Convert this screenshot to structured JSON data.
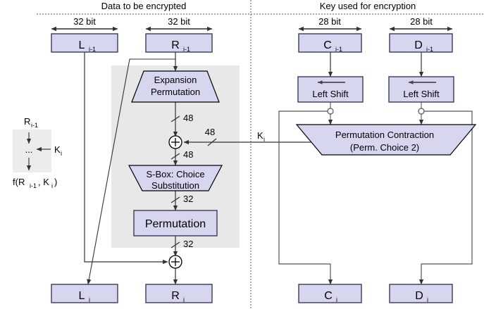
{
  "diagram": {
    "title_left": "Data to be encrypted",
    "title_right": "Key used for encryption",
    "colors": {
      "box_fill": "#d6d6ef",
      "box_stroke": "#3a3a5c",
      "shape_fill": "#d6d6ef",
      "grey_region": "#e8e8e8",
      "line": "#333333",
      "background": "#ffffff"
    }
  },
  "width_labels": {
    "left_data": "32 bit",
    "right_data": "32 bit",
    "left_key": "28 bit",
    "right_key": "28 bit"
  },
  "top_boxes": {
    "l_prev": {
      "main": "L",
      "sub": "i-1"
    },
    "r_prev": {
      "main": "R",
      "sub": "i-1"
    },
    "c_prev": {
      "main": "C",
      "sub": "i-1"
    },
    "d_prev": {
      "main": "D",
      "sub": "i-1"
    }
  },
  "bottom_boxes": {
    "l_next": {
      "main": "L",
      "sub": "i"
    },
    "r_next": {
      "main": "R",
      "sub": "i"
    },
    "c_next": {
      "main": "C",
      "sub": "i"
    },
    "d_next": {
      "main": "D",
      "sub": "i"
    }
  },
  "process_blocks": {
    "expansion": {
      "line1": "Expansion",
      "line2": "Permutation"
    },
    "sbox": {
      "line1": "S-Box: Choice",
      "line2": "Substitution"
    },
    "permutation": {
      "label": "Permutation"
    },
    "left_shift_c": {
      "label": "Left Shift"
    },
    "left_shift_d": {
      "label": "Left Shift"
    },
    "perm_contraction": {
      "line1": "Permutation Contraction",
      "line2": "(Perm. Choice 2)"
    }
  },
  "bit_widths": {
    "expansion_out": "48",
    "xor_key_in": "48",
    "xor_out": "48",
    "sbox_out": "32",
    "permutation_out": "32"
  },
  "key_label": {
    "main": "K",
    "sub": "i"
  },
  "inset": {
    "input": {
      "main": "R",
      "sub": "i-1"
    },
    "ellipsis": "...",
    "key": {
      "main": "K",
      "sub": "i"
    },
    "output_prefix": "f(R",
    "output_sub1": "i-1",
    "output_mid": ", K",
    "output_sub2": "i",
    "output_suffix": ")"
  },
  "operators": {
    "xor_top": "+",
    "xor_bottom": "+"
  }
}
